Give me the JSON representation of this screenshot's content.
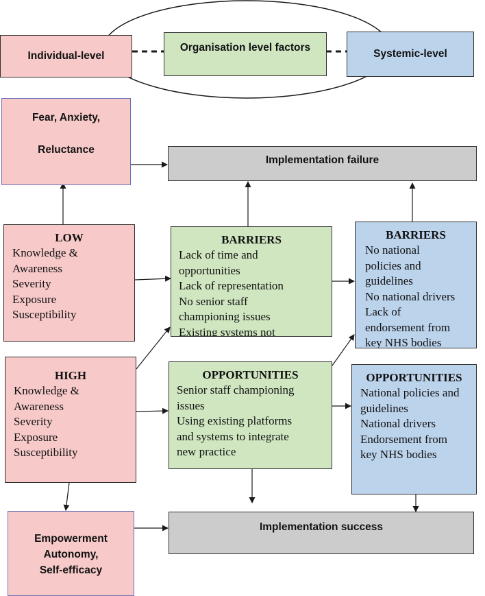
{
  "levels": {
    "individual": "Individual-level",
    "organisation": "Organisation level factors",
    "systemic": "Systemic-level"
  },
  "fear_box": {
    "line1": "Fear, Anxiety,",
    "line2": "Reluctance"
  },
  "implementation_failure": "Implementation failure",
  "implementation_success": "Implementation success",
  "low_box": {
    "title": "LOW",
    "items": [
      "Knowledge &",
      "Awareness",
      "Severity",
      "Exposure",
      "Susceptibility"
    ]
  },
  "high_box": {
    "title": "HIGH",
    "items": [
      "Knowledge &",
      "Awareness",
      "Severity",
      "Exposure",
      "Susceptibility"
    ]
  },
  "org_barriers": {
    "title": "BARRIERS",
    "items": [
      "Lack of time and",
      "opportunities",
      "Lack of representation",
      "No senior staff",
      "championing issues",
      "Existing systems not"
    ]
  },
  "org_opportunities": {
    "title": "OPPORTUNITIES",
    "items": [
      "Senior staff championing",
      "issues",
      "Using existing platforms",
      "and systems to integrate",
      "new practice"
    ]
  },
  "sys_barriers": {
    "title": "BARRIERS",
    "items": [
      "No national",
      "policies and",
      "guidelines",
      "No national drivers",
      "Lack of",
      "endorsement from",
      "key NHS bodies"
    ]
  },
  "sys_opportunities": {
    "title": "OPPORTUNITIES",
    "items": [
      "National policies and",
      "guidelines",
      "National drivers",
      "Endorsement from",
      "key NHS bodies"
    ]
  },
  "empowerment_box": {
    "line1": "Empowerment",
    "line2": "Autonomy,",
    "line3": "Self-efficacy"
  },
  "colors": {
    "individual_fill": "#f7c9c9",
    "organisation_fill": "#cfe6c0",
    "systemic_fill": "#bcd3ec",
    "outcome_fill": "#cccccc",
    "line": "#1a1a1a"
  }
}
